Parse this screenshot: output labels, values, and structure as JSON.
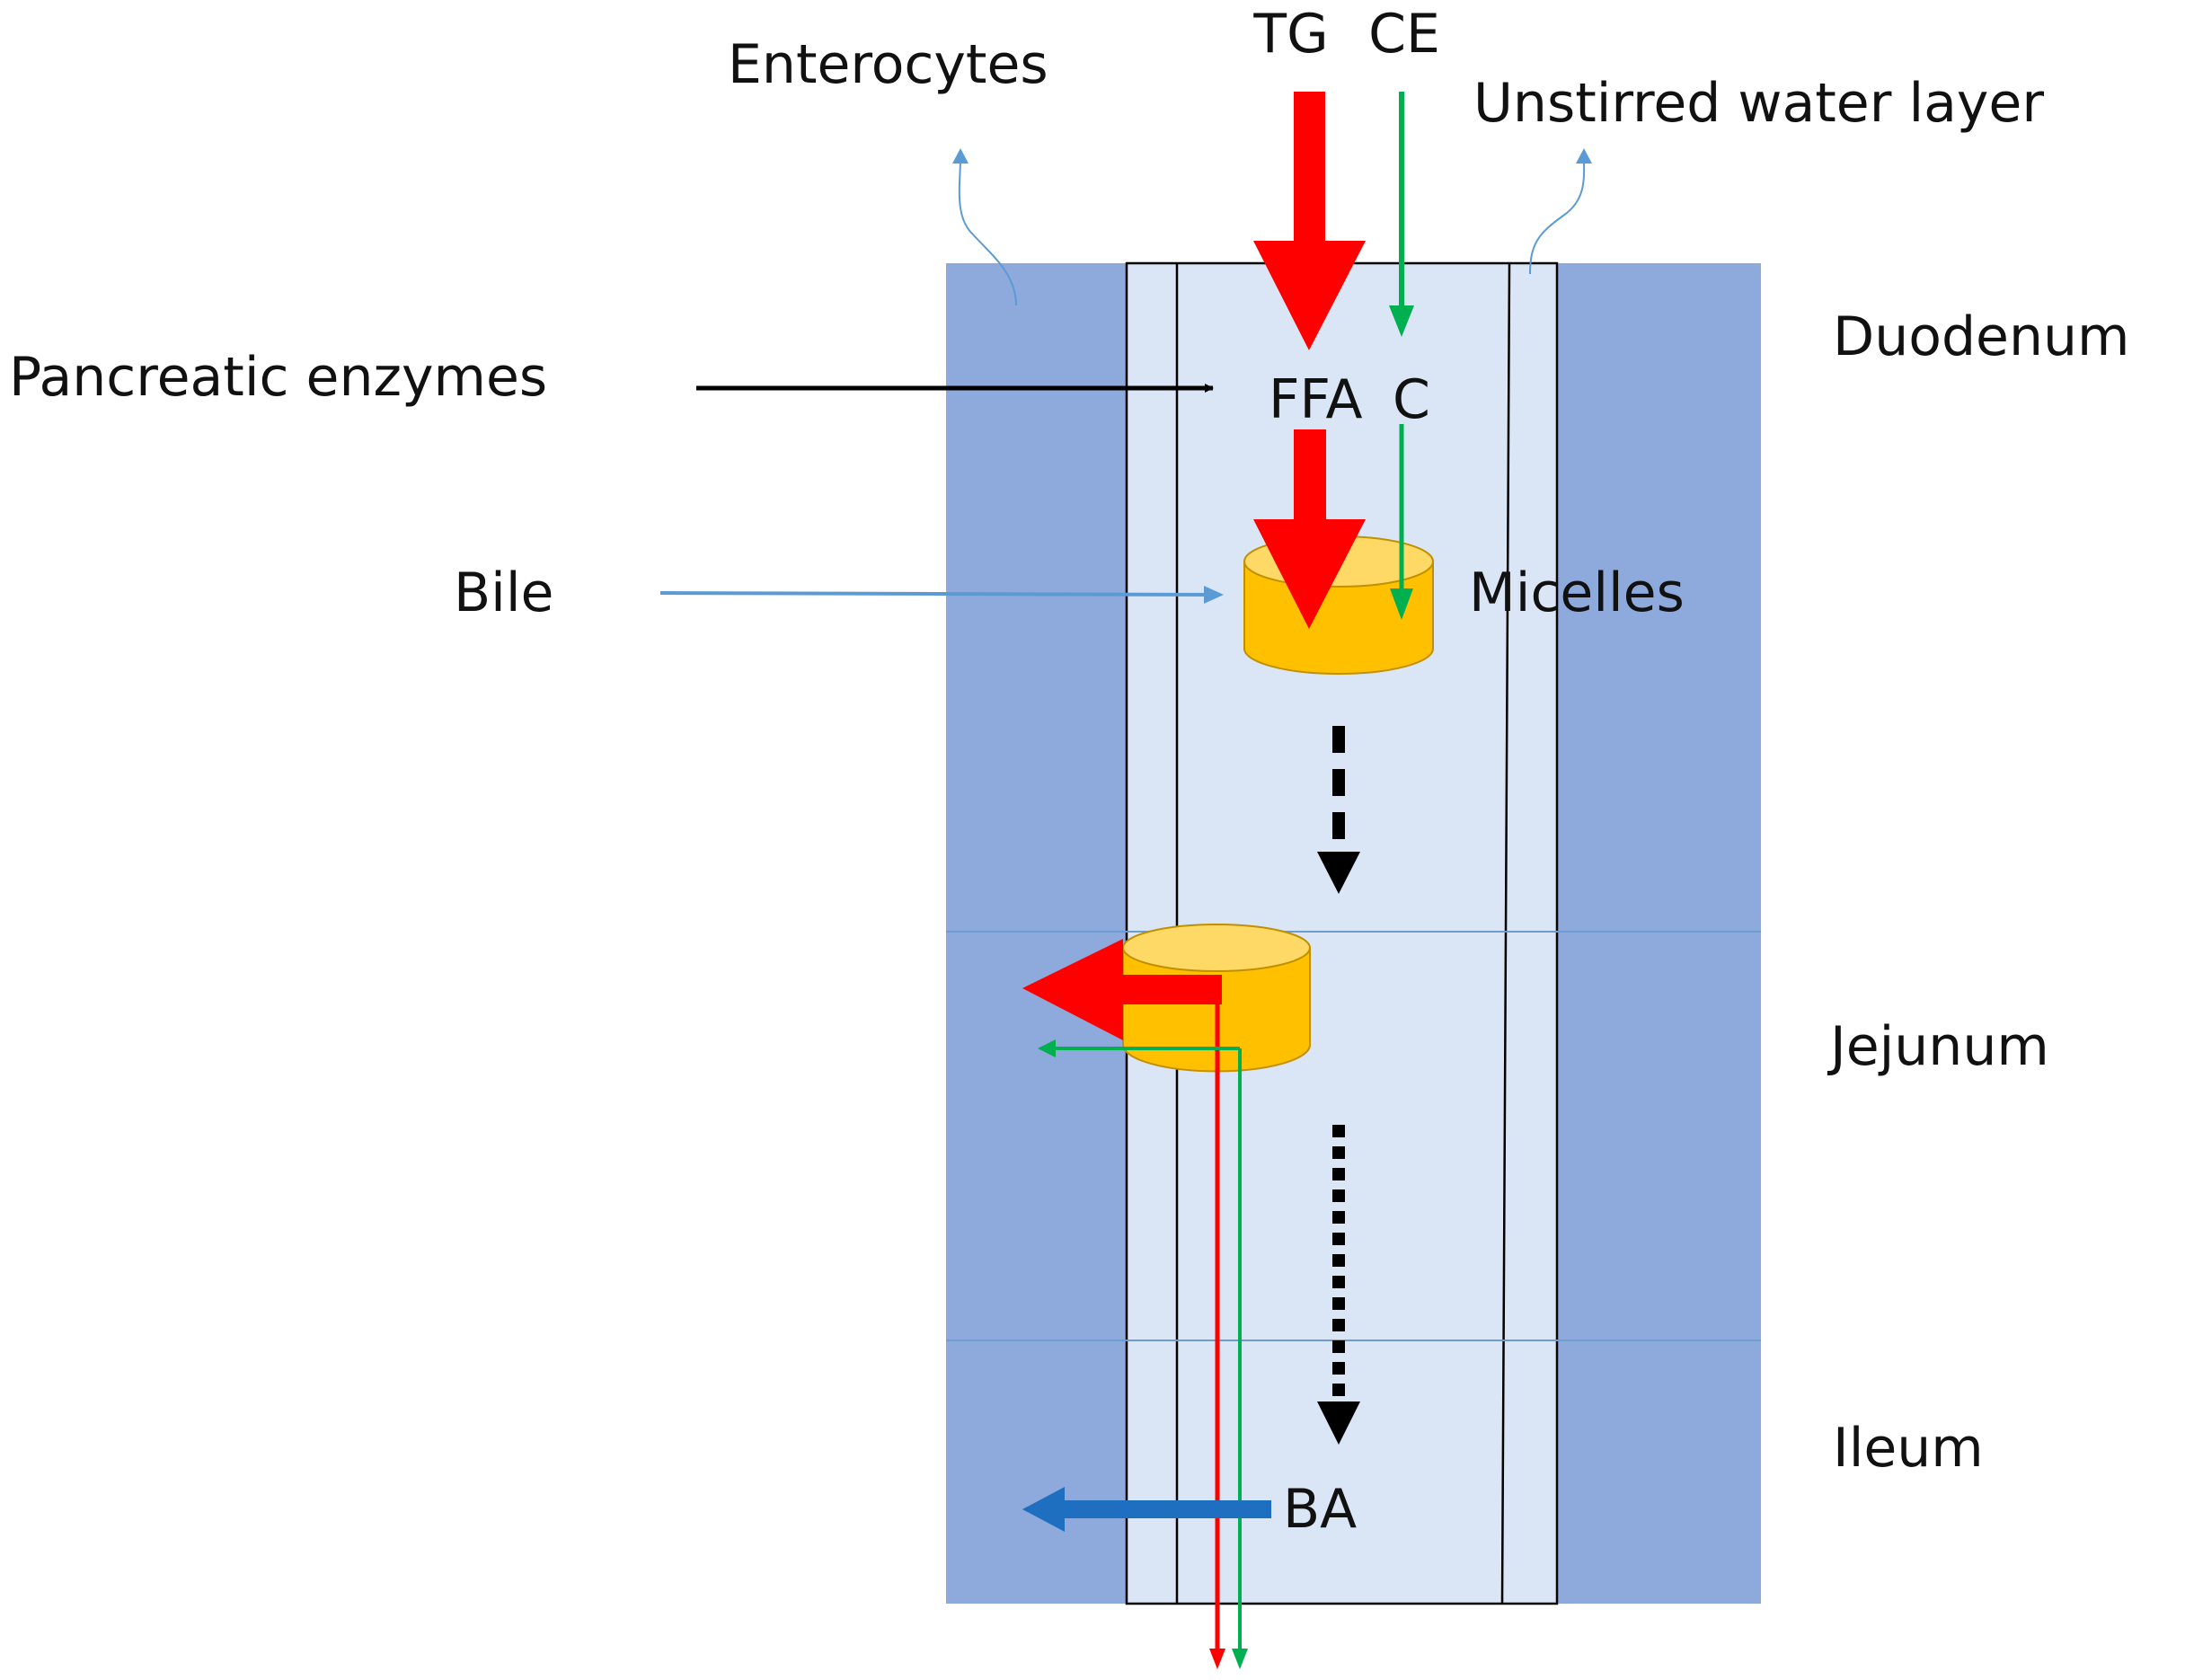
{
  "labels": {
    "tg": "TG",
    "ce": "CE",
    "enterocytes": "Enterocytes",
    "unstirred_water_layer": "Unstirred water layer",
    "duodenum": "Duodenum",
    "pancreatic_enzymes": "Pancreatic enzymes",
    "ffa": "FFA",
    "c": "C",
    "bile": "Bile",
    "micelles": "Micelles",
    "jejunum": "Jejunum",
    "ileum": "Ileum",
    "ba": "BA"
  },
  "colors": {
    "enterocyte_wall": "#8EA9DB",
    "lumen": "#DAE6F5",
    "segment_line": "#6E9BD0",
    "triglyceride_arrow": "#FF0000",
    "cholesterol_arrow": "#00B050",
    "bile_arrow": "#5B9BD5",
    "bile_acid_arrow": "#1F6FC0",
    "micelle_body": "#FFC000",
    "micelle_top": "#FFD966",
    "outline": "#000000"
  }
}
